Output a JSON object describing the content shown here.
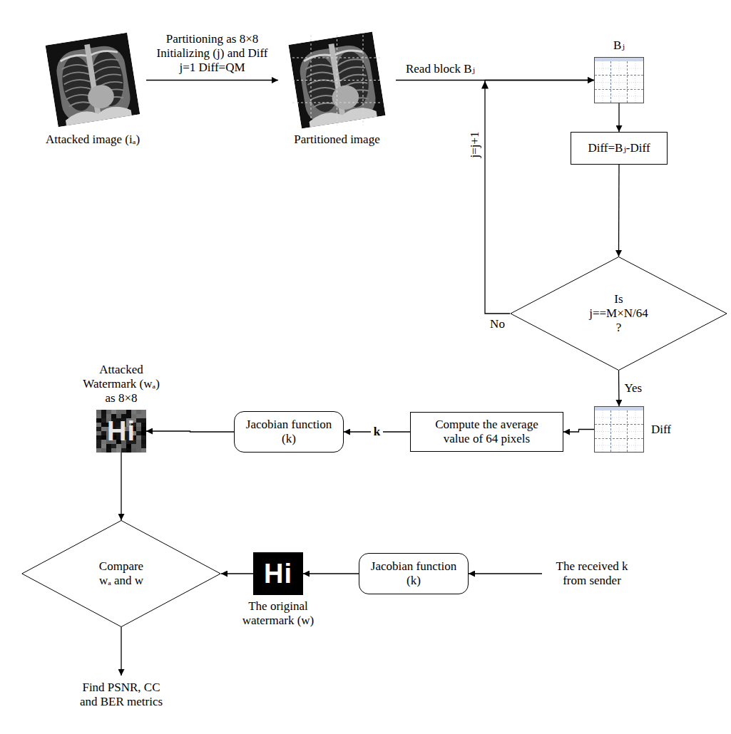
{
  "diagram": {
    "nodes": [
      {
        "text": [
          "Attacked image (iₐ)"
        ]
      },
      {
        "text": [
          "Partitioned image"
        ]
      },
      {
        "text": [
          "Bⱼ"
        ]
      },
      {
        "text": [
          "Diff=Bⱼ-Diff"
        ]
      },
      {
        "text": [
          "Is j==M×N/64 ?"
        ]
      },
      {
        "text": [
          "Diff"
        ]
      },
      {
        "text": [
          "Compute the average value of 64 pixels"
        ]
      },
      {
        "text": [
          "Jacobian function (k)"
        ]
      },
      {
        "text": [
          "Attacked Watermark (wₐ) as 8×8"
        ]
      },
      {
        "text": [
          "Compare wₐ and w"
        ]
      },
      {
        "text": [
          "The original watermark (w)"
        ]
      },
      {
        "text": [
          "Jacobian function (k)"
        ]
      },
      {
        "text": [
          "The received k from sender"
        ]
      },
      {
        "text": [
          "Find PSNR, CC and BER metrics"
        ]
      }
    ],
    "edges": [
      {
        "from": 0,
        "to": 1,
        "label": "Partitioning as 8×8 Initializing (j) and Diff j=1 Diff=QM",
        "arrow": "to"
      },
      {
        "from": 1,
        "to": 2,
        "label": "Read block Bⱼ",
        "arrow": "to"
      },
      {
        "from": 2,
        "to": 3,
        "arrow": "to"
      },
      {
        "from": 3,
        "to": 4,
        "arrow": "to"
      },
      {
        "from": 4,
        "to": 2,
        "label": "No",
        "arrow": "to"
      },
      {
        "from": 4,
        "to": 5,
        "label": "Yes",
        "arrow": "to"
      },
      {
        "from": 5,
        "to": 6,
        "arrow": "to"
      },
      {
        "from": 6,
        "to": 7,
        "label": "k",
        "arrow": "to"
      },
      {
        "from": 7,
        "to": 8,
        "arrow": "to"
      },
      {
        "from": 8,
        "to": 9,
        "arrow": "to"
      },
      {
        "from": 10,
        "to": 9,
        "arrow": "to"
      },
      {
        "from": 11,
        "to": 10,
        "arrow": "to"
      },
      {
        "from": 12,
        "to": 11,
        "arrow": "to"
      },
      {
        "from": 9,
        "to": 13,
        "arrow": "to"
      }
    ],
    "labels": [
      "j=j+1",
      "Hi",
      "Hi"
    ]
  }
}
